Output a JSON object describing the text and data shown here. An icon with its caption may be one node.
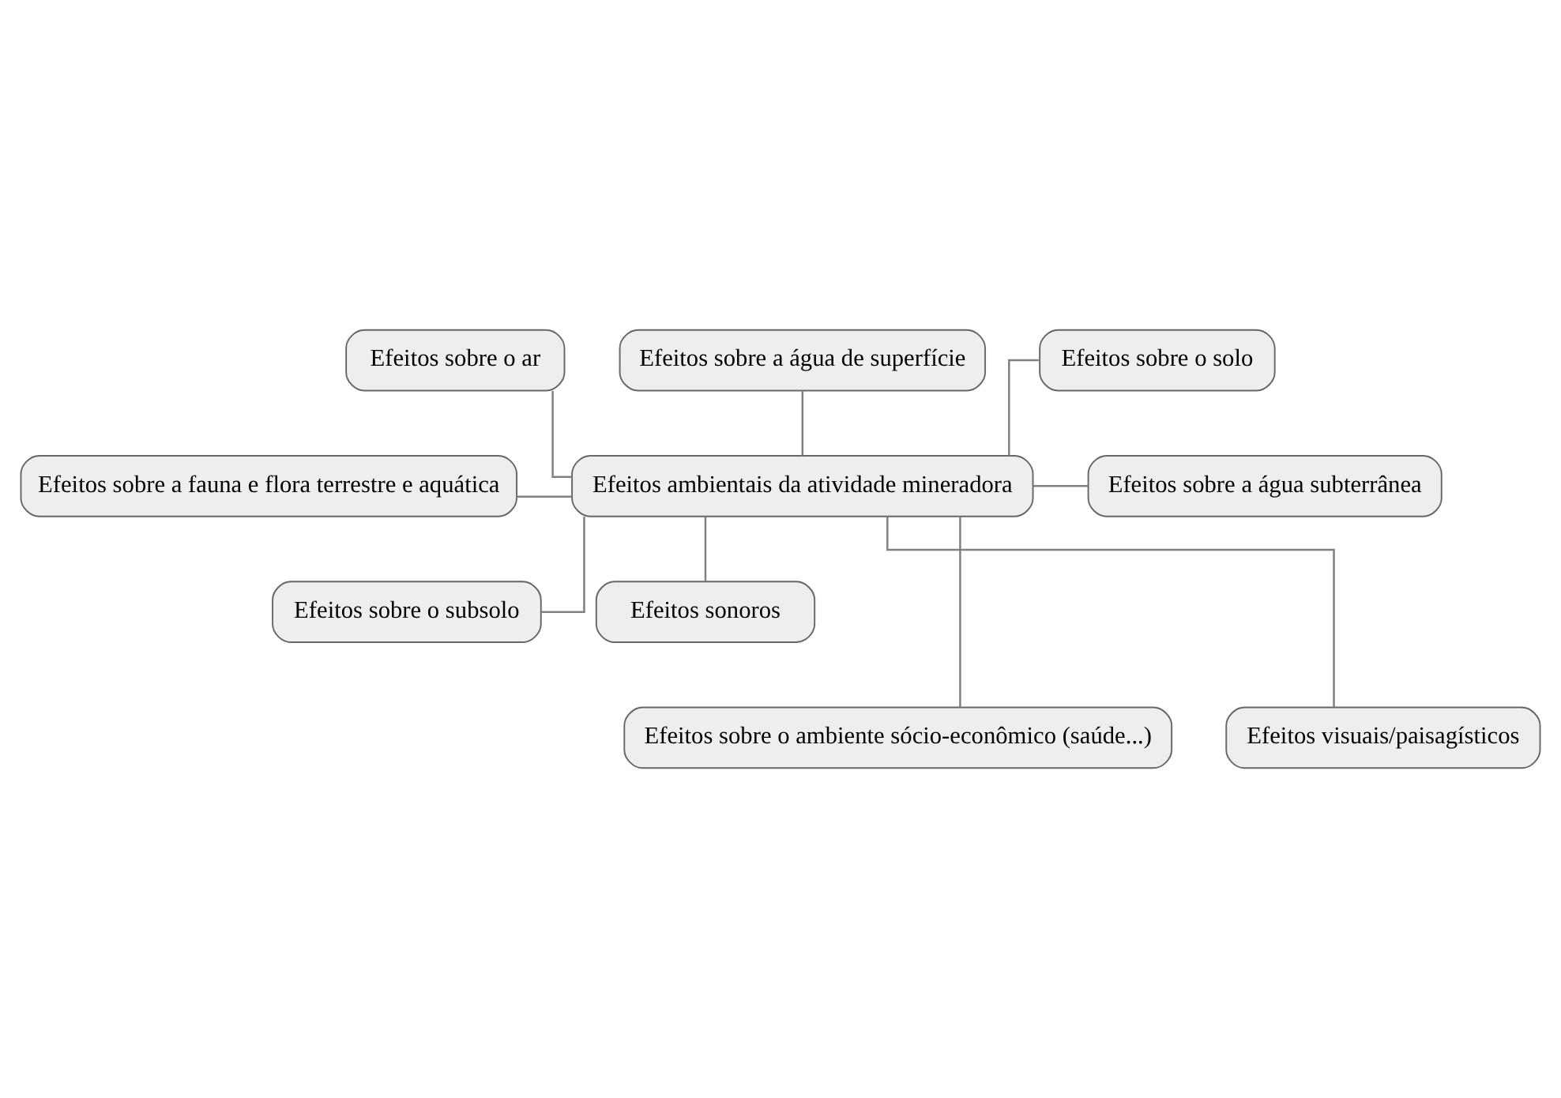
{
  "diagram": {
    "nodes": [
      {
        "text": [
          "Efeitos sobre o ar"
        ]
      },
      {
        "text": [
          "Efeitos sobre a água de superfície"
        ]
      },
      {
        "text": [
          "Efeitos sobre o solo"
        ]
      },
      {
        "text": [
          "Efeitos sobre a fauna e flora terrestre e aquática"
        ]
      },
      {
        "text": [
          "Efeitos ambientais da atividade mineradora"
        ]
      },
      {
        "text": [
          "Efeitos sobre a água subterrânea"
        ]
      },
      {
        "text": [
          "Efeitos sobre o subsolo"
        ]
      },
      {
        "text": [
          "Efeitos sonoros"
        ]
      },
      {
        "text": [
          "Efeitos sobre o ambiente sócio-econômico (saúde...)"
        ]
      },
      {
        "text": [
          "Efeitos visuais/paisagísticos"
        ]
      }
    ],
    "edges": [
      {
        "from": 0,
        "to": 4,
        "arrow": "none"
      },
      {
        "from": 1,
        "to": 4,
        "arrow": "none"
      },
      {
        "from": 2,
        "to": 4,
        "arrow": "none"
      },
      {
        "from": 3,
        "to": 4,
        "arrow": "none"
      },
      {
        "from": 4,
        "to": 5,
        "arrow": "none"
      },
      {
        "from": 4,
        "to": 6,
        "arrow": "none"
      },
      {
        "from": 4,
        "to": 7,
        "arrow": "none"
      },
      {
        "from": 4,
        "to": 8,
        "arrow": "none"
      },
      {
        "from": 4,
        "to": 9,
        "arrow": "none"
      }
    ]
  }
}
